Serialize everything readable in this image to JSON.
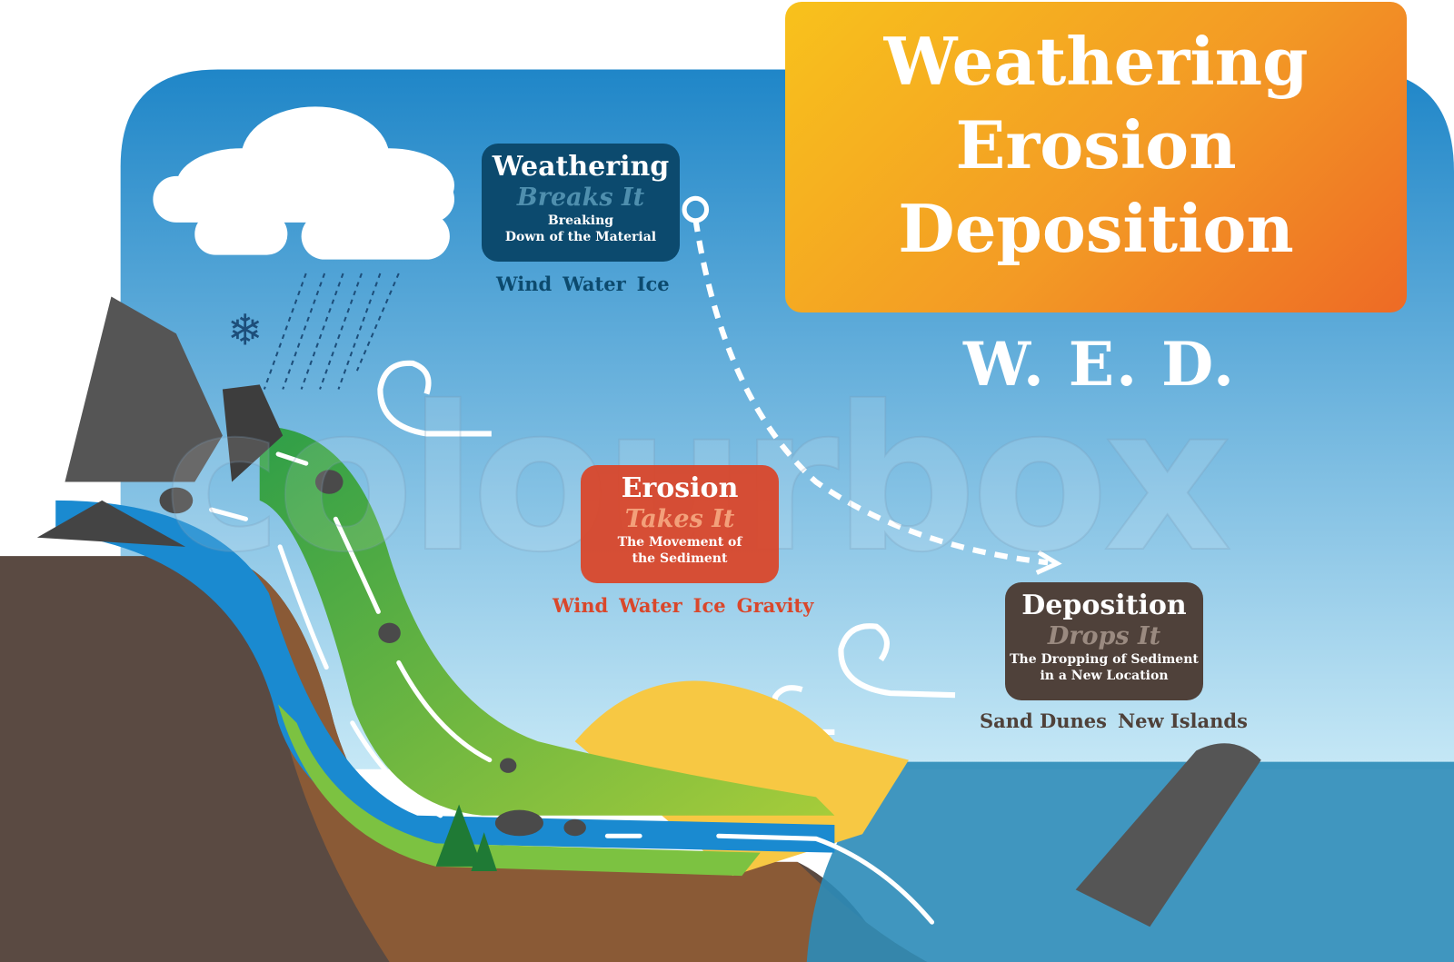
{
  "title": {
    "lines": [
      "Weathering",
      "Erosion",
      "Deposition"
    ],
    "acronym": "W. E. D."
  },
  "weathering": {
    "heading": "Weathering",
    "subheading": "Breaks It",
    "description": [
      "Breaking",
      "Down of  the Material"
    ],
    "agents": [
      "Wind",
      "Water",
      "Ice"
    ]
  },
  "erosion": {
    "heading": "Erosion",
    "subheading": "Takes It",
    "description": [
      "The Movement of",
      "the Sediment"
    ],
    "agents": [
      "Wind",
      "Water",
      "Ice",
      "Gravity"
    ]
  },
  "deposition": {
    "heading": "Deposition",
    "subheading": "Drops It",
    "description": [
      "The Dropping of  Sediment",
      "in a New Location"
    ],
    "agents": [
      "Sand Dunes",
      "New Islands"
    ]
  },
  "watermark": "colourbox",
  "colors": {
    "sky_top": "#1f86c8",
    "sky_bottom": "#bfe4f4",
    "weathering": "#0c4a6e",
    "erosion": "#d9472b",
    "deposition": "#4f413a",
    "title_orange": "#f39a25",
    "grass": "#4cb847",
    "river": "#1a8ad0",
    "earth": "#8a5a36",
    "sea": "#2b8bb8"
  },
  "icons": [
    "cloud-icon",
    "snowflake-icon",
    "rain-icon",
    "wind-swirl-icon",
    "rock-icon",
    "tree-icon",
    "dashed-arrow-icon"
  ]
}
